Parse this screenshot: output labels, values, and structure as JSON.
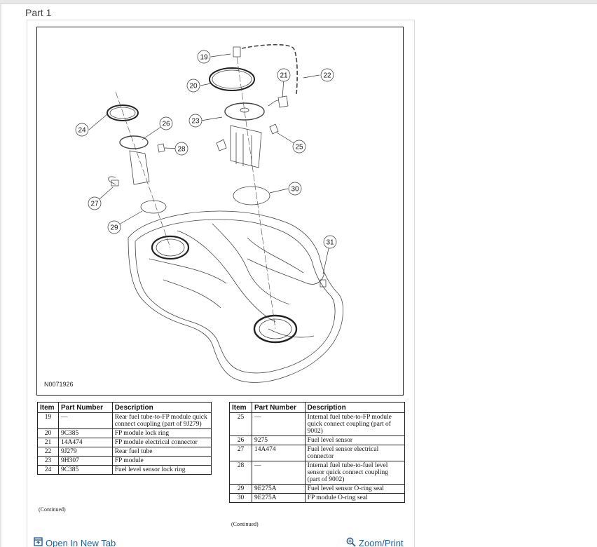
{
  "part_title": "Part 1",
  "figure": {
    "id": "N0071926",
    "callouts": [
      "19",
      "20",
      "21",
      "22",
      "23",
      "24",
      "25",
      "26",
      "27",
      "28",
      "29",
      "30",
      "31"
    ]
  },
  "table_left": {
    "headers": [
      "Item",
      "Part Number",
      "Description"
    ],
    "rows": [
      {
        "item": "19",
        "part": "—",
        "desc": "Rear fuel tube-to-FP module quick connect coupling (part of 9J279)"
      },
      {
        "item": "20",
        "part": "9C385",
        "desc": "FP module lock ring"
      },
      {
        "item": "21",
        "part": "14A474",
        "desc": "FP module electrical connector"
      },
      {
        "item": "22",
        "part": "9J279",
        "desc": "Rear fuel tube"
      },
      {
        "item": "23",
        "part": "9H307",
        "desc": "FP module"
      },
      {
        "item": "24",
        "part": "9C385",
        "desc": "Fuel level sensor lock ring"
      }
    ],
    "continued": "(Continued)"
  },
  "table_right": {
    "headers": [
      "Item",
      "Part Number",
      "Description"
    ],
    "rows": [
      {
        "item": "25",
        "part": "—",
        "desc": "Internal fuel tube-to-FP module quick connect coupling (part of 9002)"
      },
      {
        "item": "26",
        "part": "9275",
        "desc": "Fuel level sensor"
      },
      {
        "item": "27",
        "part": "14A474",
        "desc": "Fuel level sensor electrical connector"
      },
      {
        "item": "28",
        "part": "—",
        "desc": "Internal fuel tube-to-fuel level sensor quick connect coupling (part of 9002)"
      },
      {
        "item": "29",
        "part": "9E275A",
        "desc": "Fuel level sensor O-ring seal"
      },
      {
        "item": "30",
        "part": "9E275A",
        "desc": "FP module O-ring seal"
      }
    ],
    "continued": "(Continued)"
  },
  "links": {
    "open_new_tab": "Open In New Tab",
    "zoom_print": "Zoom/Print"
  },
  "colors": {
    "link": "#1f5fa8",
    "border": "#222222"
  }
}
